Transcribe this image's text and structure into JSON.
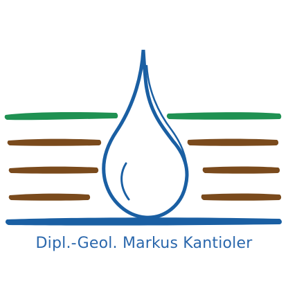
{
  "logo": {
    "name": "Dipl.-Geol. Markus Kantioler",
    "colors": {
      "water_blue": "#1a5fa3",
      "grass_green": "#1f9152",
      "soil_brown": "#7a4a1c",
      "caption_blue": "#2a67ac"
    },
    "elements": [
      "water-drop-icon",
      "grass-layer",
      "soil-layers",
      "water-table-line"
    ]
  }
}
